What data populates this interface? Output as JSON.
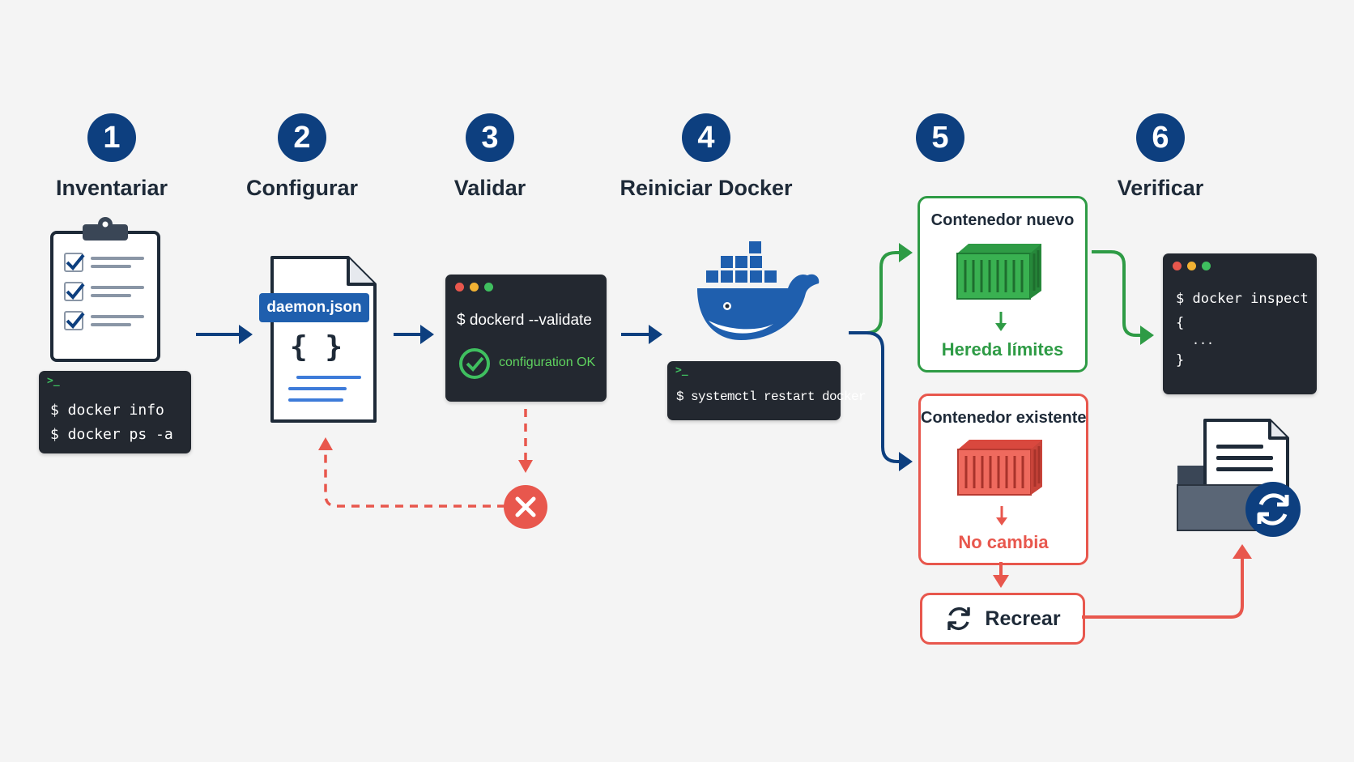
{
  "steps": [
    {
      "number": "1",
      "title": "Inventariar"
    },
    {
      "number": "2",
      "title": "Configurar"
    },
    {
      "number": "3",
      "title": "Validar"
    },
    {
      "number": "4",
      "title": "Reiniciar Docker"
    },
    {
      "number": "5",
      "title": ""
    },
    {
      "number": "6",
      "title": "Verificar"
    }
  ],
  "inventory_terminal": {
    "line1": "$ docker info",
    "line2": "$ docker ps -a"
  },
  "config_file": {
    "badge": "daemon.json",
    "braces": "{ }"
  },
  "validate_terminal": {
    "command": "$ dockerd --validate",
    "result": "configuration OK"
  },
  "restart_terminal": {
    "command": "$ systemctl restart docker"
  },
  "new_container": {
    "title": "Contenedor nuevo",
    "result": "Hereda límites"
  },
  "existing_container": {
    "title": "Contenedor existente",
    "result": "No cambia"
  },
  "recreate": {
    "label": "Recrear"
  },
  "verify_terminal": {
    "line1": "$ docker inspect",
    "line2": "{",
    "line3": "...",
    "line4": "}"
  },
  "icons": {
    "step_circle": "number-badge",
    "clipboard": "clipboard-checklist-icon",
    "file": "json-file-icon",
    "whale": "docker-whale-icon",
    "container_green": "container-green-icon",
    "container_red": "container-red-icon",
    "check": "check-circle-icon",
    "error": "x-circle-icon",
    "refresh": "refresh-icon",
    "folder": "folder-document-icon"
  },
  "colors": {
    "primary": "#0d3f7f",
    "green": "#2e9b45",
    "red": "#e8574d",
    "terminal": "#232830",
    "background": "#f4f4f4"
  }
}
